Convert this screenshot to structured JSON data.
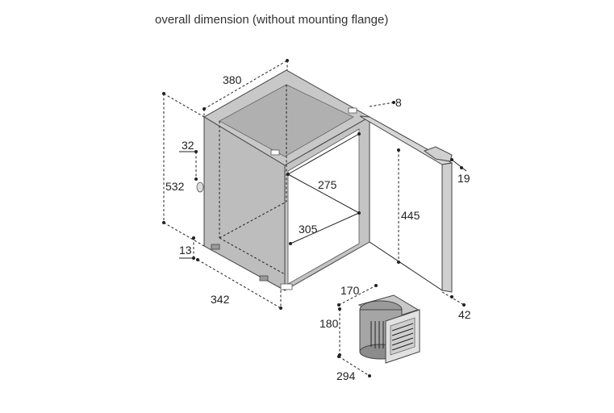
{
  "title": "overall dimension (without mounting flange)",
  "dimensions": {
    "width_top": "380",
    "door_gap": "8",
    "handle_offset": "32",
    "height": "532",
    "inner_width": "275",
    "inner_height": "445",
    "inner_depth": "305",
    "handle_depth": "19",
    "foot": "13",
    "depth": "342",
    "door_thickness": "42",
    "unit_width": "170",
    "unit_height": "180",
    "unit_depth": "294"
  },
  "colors": {
    "cabinet": "#bcbcbc",
    "cabinet_dark": "#a8a8a8",
    "outline": "#444444",
    "line": "#222222"
  }
}
